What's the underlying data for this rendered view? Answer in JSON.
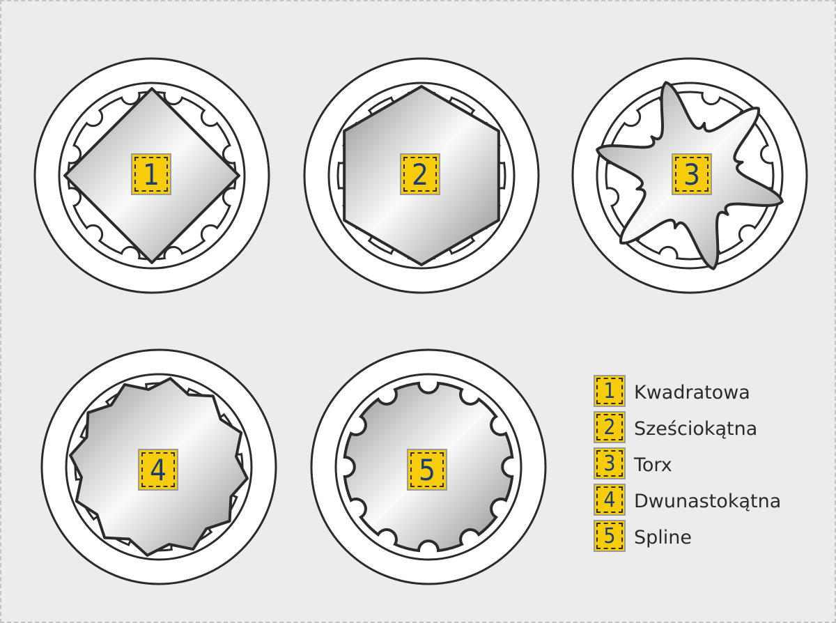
{
  "sockets": [
    {
      "id": "socket-square",
      "number": "1",
      "shape": "square"
    },
    {
      "id": "socket-hex",
      "number": "2",
      "shape": "hex"
    },
    {
      "id": "socket-torx",
      "number": "3",
      "shape": "torx"
    },
    {
      "id": "socket-12pt",
      "number": "4",
      "shape": "twelve-point"
    },
    {
      "id": "socket-spline",
      "number": "5",
      "shape": "spline"
    }
  ],
  "legend": [
    {
      "number": "1",
      "label": "Kwadratowa"
    },
    {
      "number": "2",
      "label": "Sześciokątna"
    },
    {
      "number": "3",
      "label": "Torx"
    },
    {
      "number": "4",
      "label": "Dwunastokątna"
    },
    {
      "number": "5",
      "label": "Spline"
    }
  ],
  "colors": {
    "badge_fill": "#f7cc0a",
    "badge_text": "#1b3c70",
    "outline": "#2b2b2b",
    "background": "#ececec",
    "ring": "#ffffff"
  }
}
